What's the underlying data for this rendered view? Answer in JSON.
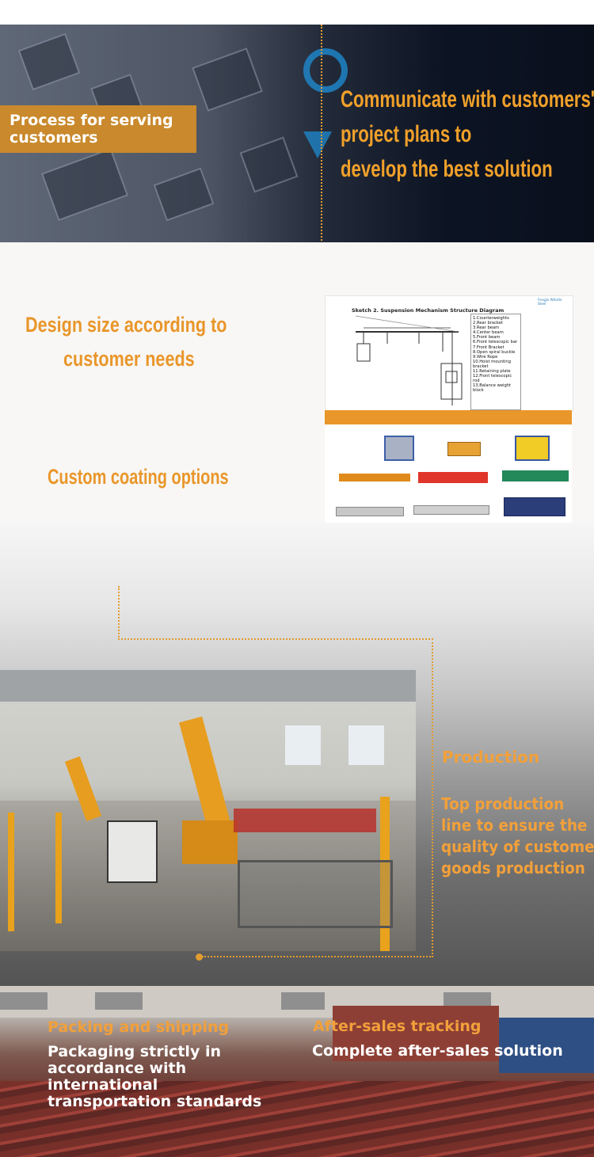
{
  "banner": {
    "tag": "Process for serving customers",
    "lines": [
      "Communicate with customers'",
      "project plans to",
      "develop the best solution"
    ]
  },
  "design": {
    "line1": "Design size according to",
    "line2": "customer needs",
    "coating": "Custom coating options"
  },
  "diagram": {
    "title": "Sketch 2. Suspension Mechanism Structure Diagram",
    "logo": "Fengjin Whistle Steel",
    "legend": [
      "1.Counterweights",
      "2.Rear bracket",
      "3.Rear beam",
      "4.Center beam",
      "5.Front beam",
      "6.Front telescopic bar",
      "7.Front Bracket",
      "8.Open spiral buckle",
      "9.Wire Rope",
      "10.Hoist mounting bracket",
      "11.Retaining plate",
      "12.Front telescopic rod",
      "13.Balance weight block"
    ]
  },
  "production": {
    "heading": "Production",
    "lines": [
      "Top production",
      "line to ensure the",
      "quality of customer",
      "goods production"
    ]
  },
  "packing": {
    "heading": "Packing and shipping",
    "lines": [
      "Packaging strictly in",
      "accordance with",
      "international",
      "transportation standards"
    ]
  },
  "aftersales": {
    "heading": "After-sales tracking",
    "body": "Complete after-sales solution"
  },
  "colors": {
    "accent": "#e9962a",
    "banner_tag": "#c9892c"
  }
}
